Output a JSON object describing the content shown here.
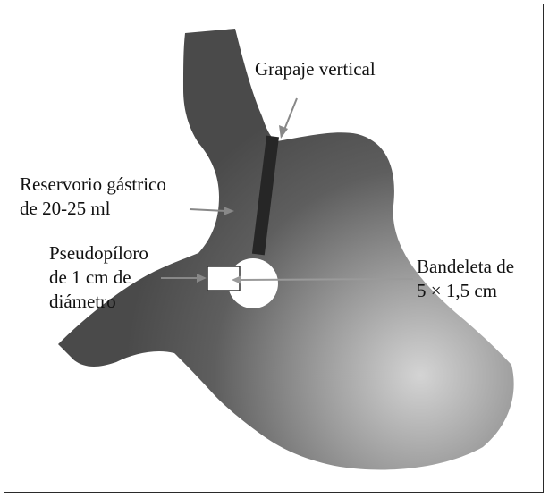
{
  "diagram": {
    "labels": {
      "vertical_staple": "Grapaje vertical",
      "gastric_reservoir": [
        "Reservorio gástrico",
        "de 20-25 ml"
      ],
      "pseudopylorus": [
        "Pseudopíloro",
        "de 1 cm de",
        "diámetro"
      ],
      "band": [
        "Bandeleta de",
        "5 × 1,5 cm"
      ]
    },
    "colors": {
      "stomach_dark": "#4a4a4a",
      "stomach_light": "#d4d4d4",
      "staple_line": "#262626",
      "pointer_line": "#888888",
      "border": "#2a2a2a"
    }
  }
}
